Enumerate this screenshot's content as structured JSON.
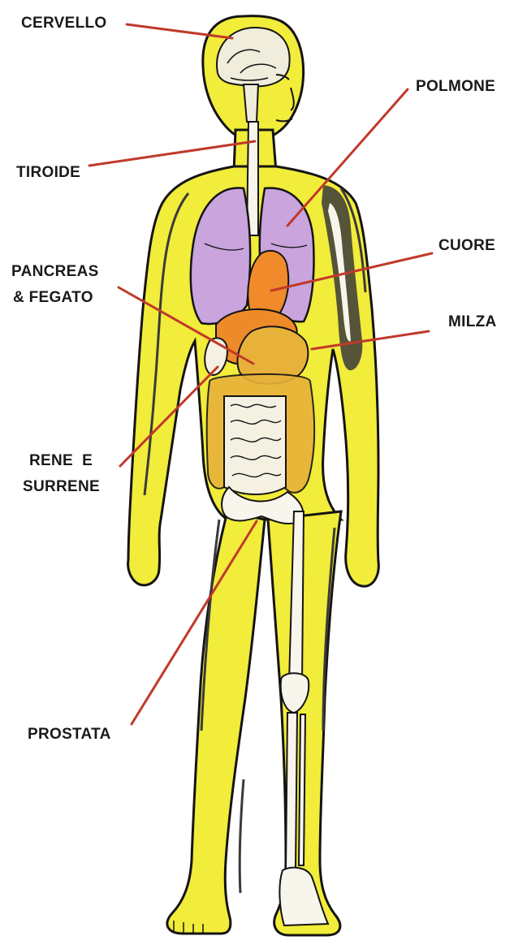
{
  "colors": {
    "body": "#f2ec3a",
    "body_outline": "#141414",
    "brain": "#f0eddc",
    "lungs": "#c9a4dd",
    "heart": "#f08a2a",
    "liver": "#ee8a2a",
    "pancreas": "#e8b23a",
    "intestine": "#f4f1e2",
    "kidney": "#f4f1e2",
    "bone": "#f7f5ec",
    "muscle": "#3a3a3a",
    "leader_line": "#c0392b",
    "label_text": "#1a1a1a",
    "background": "#ffffff"
  },
  "labels": {
    "cervello": "CERVELLO",
    "polmone": "POLMONE",
    "tiroide": "TIROIDE",
    "cuore": "CUORE",
    "pancreas_fegato_line1": "PANCREAS",
    "pancreas_fegato_line2": "& FEGATO",
    "milza": "MILZA",
    "rene_surrene_line1": "RENE  E",
    "rene_surrene_line2": "SURRENE",
    "prostata": "PROSTATA"
  }
}
